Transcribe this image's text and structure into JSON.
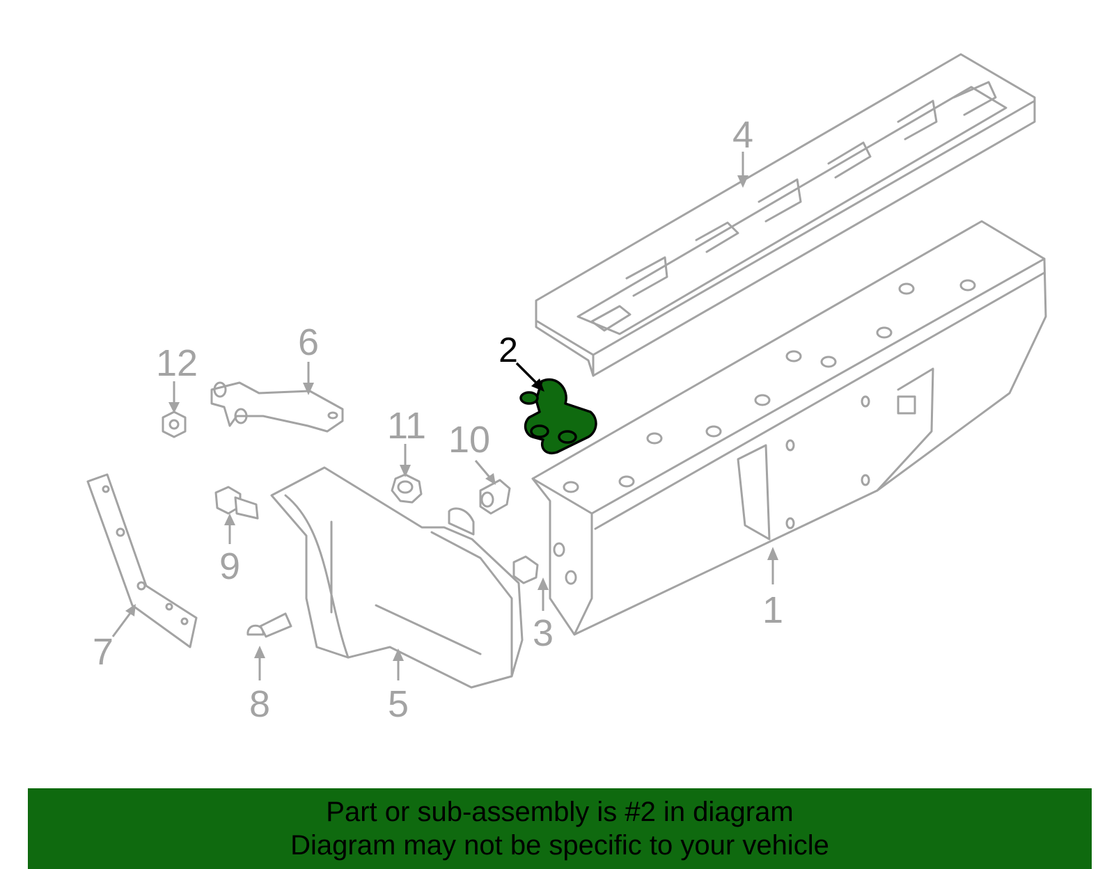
{
  "callouts": {
    "c1": "1",
    "c2": "2",
    "c3": "3",
    "c4": "4",
    "c5": "5",
    "c6": "6",
    "c7": "7",
    "c8": "8",
    "c9": "9",
    "c10": "10",
    "c11": "11",
    "c12": "12"
  },
  "highlight_color": "#0f6a0f",
  "banner": {
    "line1": "Part or sub-assembly is #2 in diagram",
    "line2": "Diagram may not be specific to your vehicle"
  }
}
